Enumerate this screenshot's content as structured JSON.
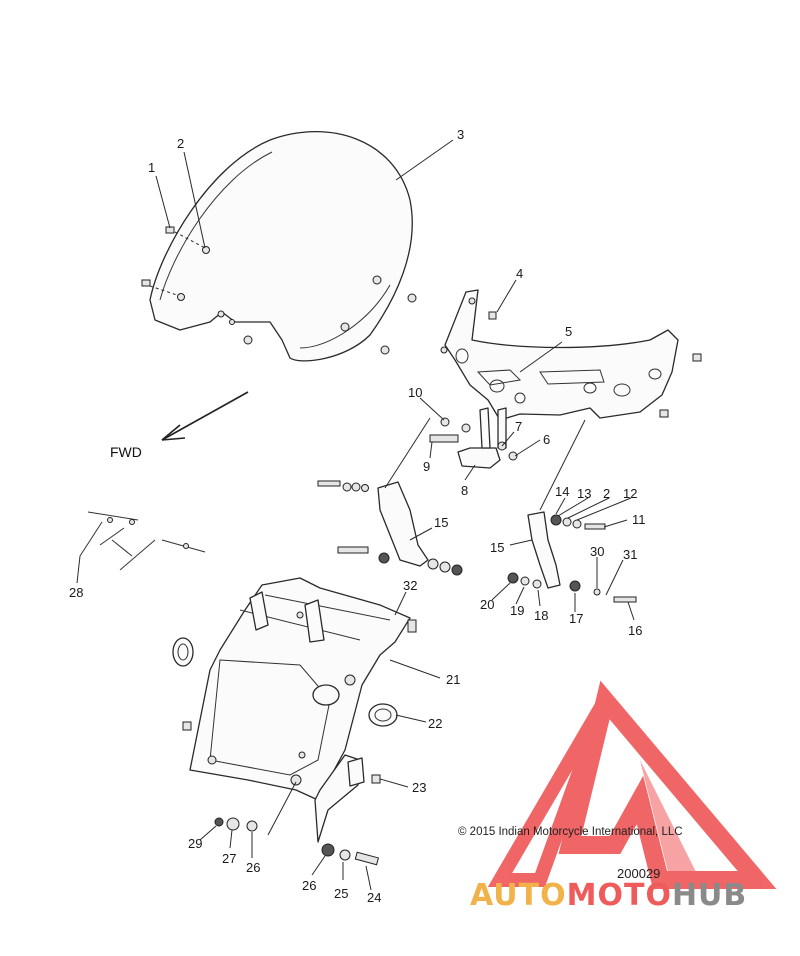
{
  "diagram": {
    "direction_label": "FWD",
    "copyright": "© 2015 Indian Motorcycle International, LLC",
    "figure_number": "200029",
    "watermark": {
      "part1": "AUTO",
      "part2": "MOTO",
      "part3": "HUB",
      "colors": {
        "auto": "#f2b24a",
        "moto": "#ef5a5a",
        "hub": "#8a8a8a",
        "logo": "#ee4b4b"
      }
    },
    "callouts": [
      "1",
      "2",
      "3",
      "4",
      "5",
      "6",
      "7",
      "8",
      "9",
      "10",
      "11",
      "12",
      "13",
      "14",
      "15",
      "15",
      "16",
      "17",
      "18",
      "19",
      "20",
      "21",
      "22",
      "23",
      "24",
      "25",
      "26",
      "26",
      "27",
      "28",
      "29",
      "30",
      "31",
      "32",
      "2"
    ]
  }
}
